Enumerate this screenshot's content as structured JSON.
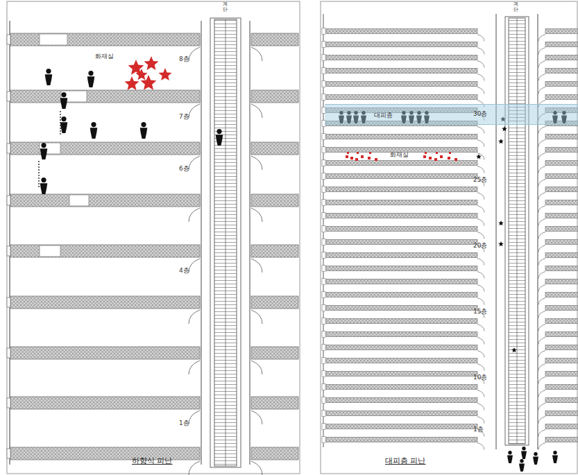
{
  "diagram": {
    "nodes": [
      {
        "text": [
          "대피층"
        ]
      }
    ],
    "labels": [
      "계단",
      "화재실",
      "8층",
      "7층",
      "6층",
      "4층",
      "1층",
      "하향식 피난",
      "계단",
      "화재실",
      "30층",
      "25층",
      "20층",
      "15층",
      "10층",
      "1층",
      "대피층 피난"
    ]
  }
}
